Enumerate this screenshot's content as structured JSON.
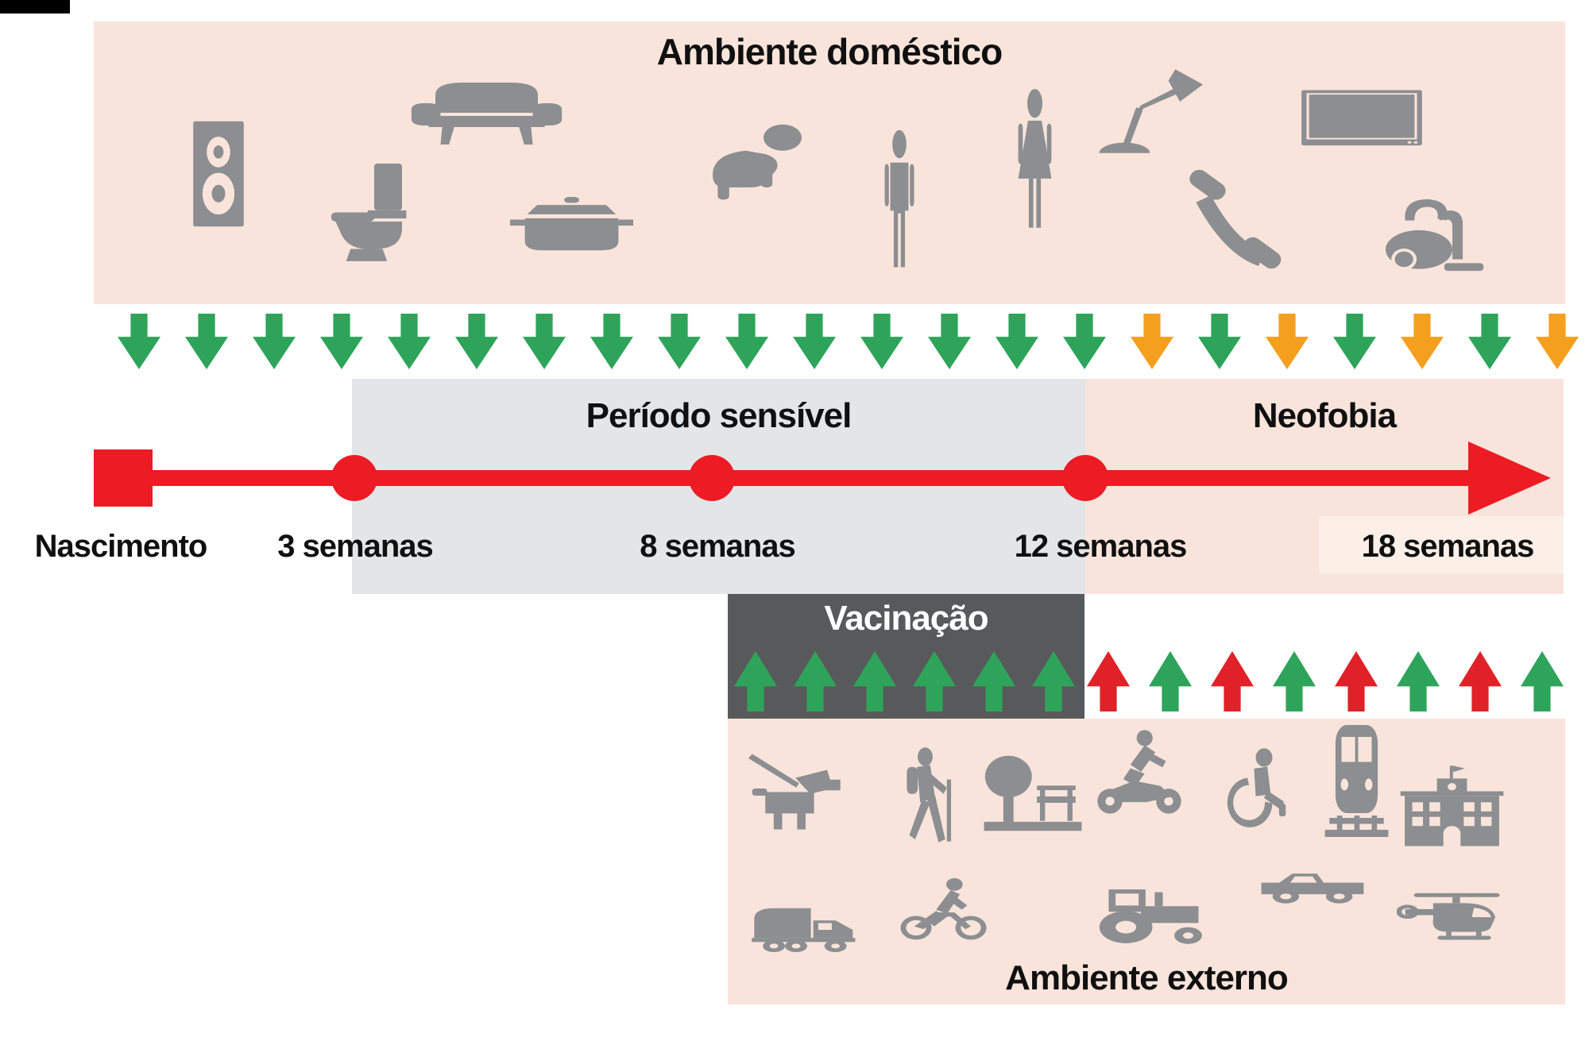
{
  "colors": {
    "pink": "#F9E4DB",
    "pink_light": "#FBEFE8",
    "gray_box": "#E3E5E7",
    "dark_box": "#58595B",
    "icon_gray": "#8C8E91",
    "green": "#2EA45B",
    "orange": "#F49F1E",
    "red": "#E02228",
    "timeline_red": "#EC1B24",
    "text": "#101010",
    "white": "#FFFFFF",
    "black_bar": "#000000"
  },
  "top_box": {
    "title": "Ambiente doméstico",
    "icons": [
      "speaker",
      "sofa",
      "toilet",
      "cooking-pot",
      "crawling-baby",
      "man",
      "woman",
      "desk-lamp",
      "telephone",
      "television",
      "vacuum-cleaner"
    ]
  },
  "down_arrows": {
    "sequence": [
      "green",
      "green",
      "green",
      "green",
      "green",
      "green",
      "green",
      "green",
      "green",
      "green",
      "green",
      "green",
      "green",
      "green",
      "green",
      "orange",
      "green",
      "orange",
      "green",
      "orange",
      "green",
      "orange"
    ]
  },
  "sensitive_period": {
    "label": "Período sensível"
  },
  "neophobia": {
    "label": "Neofobia"
  },
  "timeline": {
    "labels": [
      "Nascimento",
      "3 semanas",
      "8 semanas",
      "12 semanas",
      "18 semanas"
    ]
  },
  "vaccination": {
    "label": "Vacinação",
    "arrow_sequence": [
      "green",
      "green",
      "green",
      "green",
      "green",
      "green"
    ]
  },
  "external_arrows": {
    "sequence": [
      "red",
      "green",
      "red",
      "green",
      "red",
      "green",
      "red",
      "green"
    ]
  },
  "bottom_box": {
    "title": "Ambiente externo",
    "icons": [
      "dog-on-leash",
      "hiker",
      "park-tree-bench",
      "motocross-rider",
      "wheelchair-user",
      "train",
      "school-building",
      "garbage-truck",
      "cyclist",
      "tractor",
      "jeep",
      "helicopter"
    ]
  }
}
